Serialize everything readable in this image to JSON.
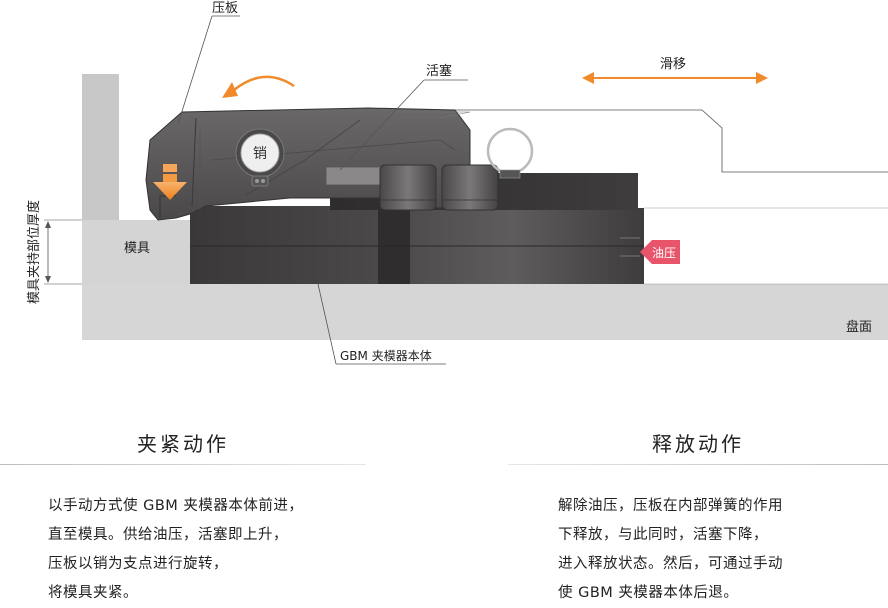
{
  "labels": {
    "pressure_plate": "压板",
    "piston": "活塞",
    "slide": "滑移",
    "pin": "销",
    "mold_clamp_thickness": "模具夹持部位厚度",
    "mold": "模具",
    "oil_pressure": "油压",
    "platen": "盘面",
    "gbm_body": "GBM 夹模器本体"
  },
  "clamp": {
    "title": "夹紧动作",
    "lines": [
      "以手动方式使 GBM 夹模器本体前进，",
      "直至模具。供给油压，活塞即上升，",
      "压板以销为支点进行旋转，",
      "将模具夹紧。"
    ]
  },
  "release": {
    "title": "释放动作",
    "lines": [
      "解除油压，压板在内部弹簧的作用",
      "下释放，与此同时，活塞下降，",
      "进入释放状态。然后，可通过手动",
      "使 GBM 夹模器本体后退。"
    ]
  },
  "colors": {
    "accent_orange": "#f08a2a",
    "oil_red": "#e8556a",
    "body_dark": "#3c3a3b",
    "plate_mid": "#5a5858",
    "gray_light": "#d4d4d4"
  }
}
